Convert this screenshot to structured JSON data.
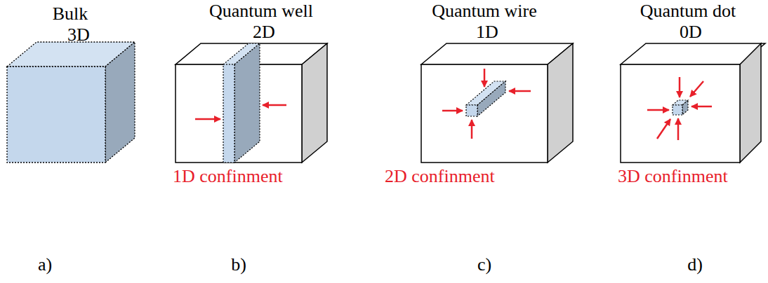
{
  "diagram": {
    "labels": [
      "Bulk",
      "3D",
      "Quantum well",
      "2D",
      "Quantum wire",
      "1D",
      "Quantum dot",
      "0D",
      "1D confinment",
      "2D confinment",
      "3D confinment",
      "a)",
      "b)",
      "c)",
      "d)"
    ]
  }
}
